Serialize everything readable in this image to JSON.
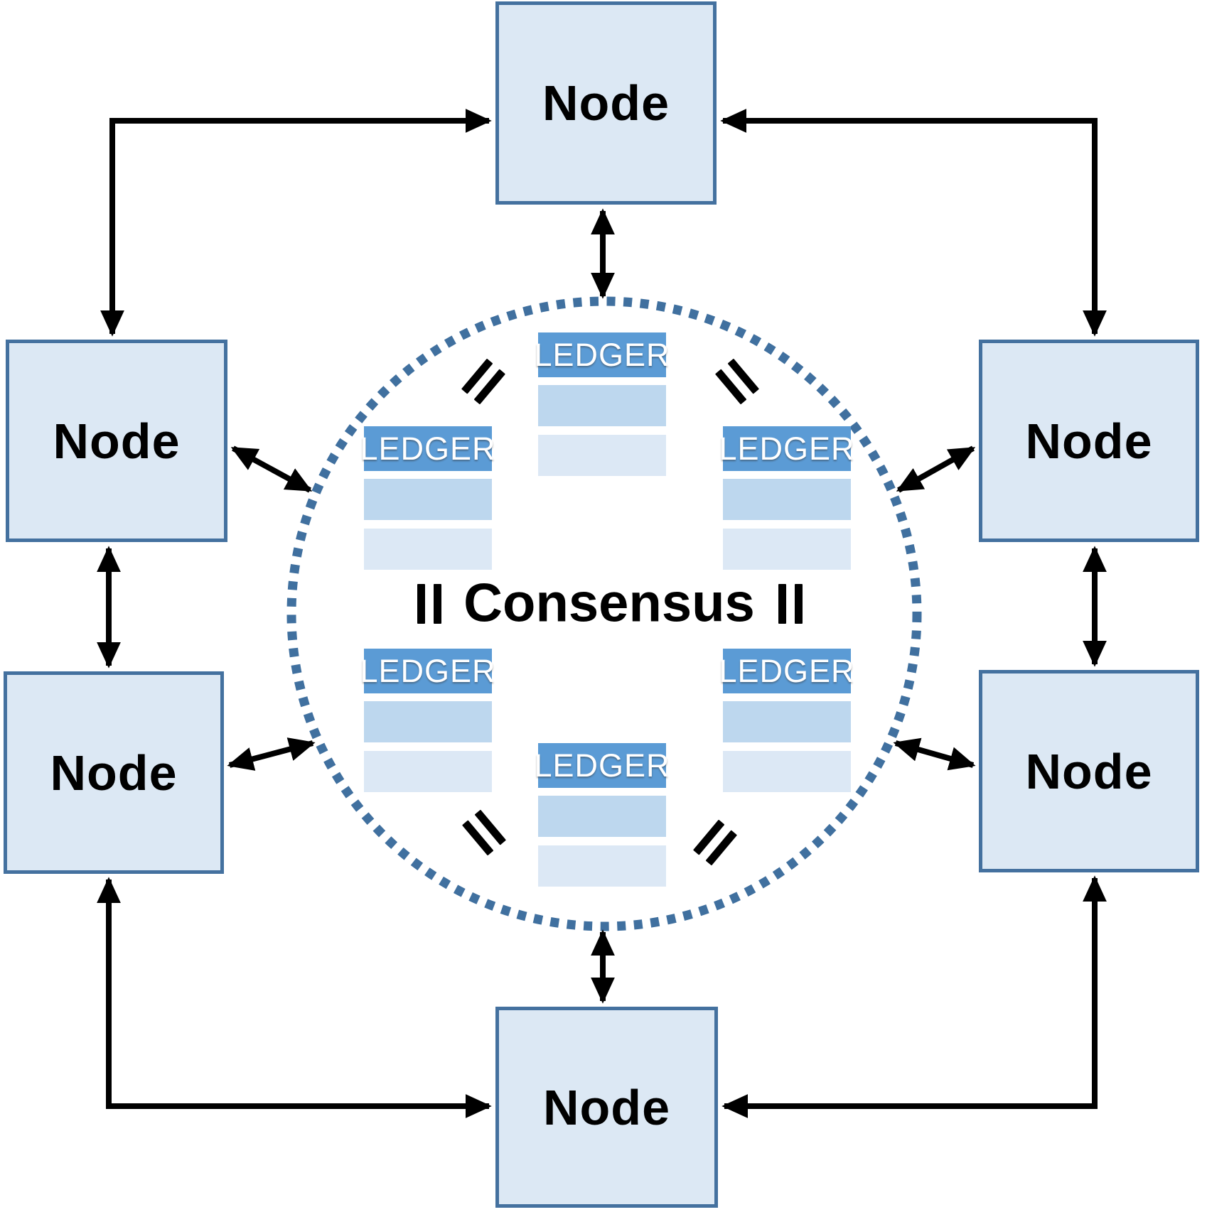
{
  "diagram": {
    "title_label": "Consensus",
    "ledger_label_shared": "LEDGER",
    "equals_symbol": "=",
    "nodes": [
      {
        "position": "top-center",
        "label": "Node"
      },
      {
        "position": "upper-left",
        "label": "Node"
      },
      {
        "position": "upper-right",
        "label": "Node"
      },
      {
        "position": "lower-left",
        "label": "Node"
      },
      {
        "position": "lower-right",
        "label": "Node"
      },
      {
        "position": "bottom-center",
        "label": "Node"
      }
    ],
    "ledgers": [
      {
        "position": "top-center",
        "label": "LEDGER"
      },
      {
        "position": "middle-left",
        "label": "LEDGER"
      },
      {
        "position": "middle-right",
        "label": "LEDGER"
      },
      {
        "position": "lower-left",
        "label": "LEDGER"
      },
      {
        "position": "lower-right",
        "label": "LEDGER"
      },
      {
        "position": "bottom-center",
        "label": "LEDGER"
      }
    ],
    "colors": {
      "ledger_header": "#5b9bd5",
      "ledger_row_medium": "#bdd7ee",
      "ledger_row_light": "#dce8f5",
      "node_fill": "#dce8f4",
      "node_border": "#44719f",
      "circle_dots": "#40709f",
      "arrow": "#000000"
    }
  }
}
